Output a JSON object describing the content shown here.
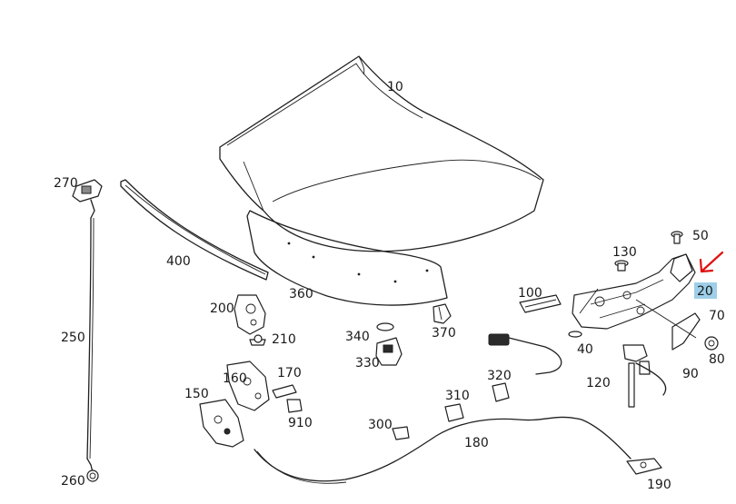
{
  "diagram": {
    "labels": {
      "p10": "10",
      "p20": "20",
      "p40": "40",
      "p50": "50",
      "p70": "70",
      "p80": "80",
      "p90": "90",
      "p100": "100",
      "p120": "120",
      "p130": "130",
      "p150": "150",
      "p160": "160",
      "p170": "170",
      "p180": "180",
      "p190": "190",
      "p200": "200",
      "p210": "210",
      "p250": "250",
      "p260": "260",
      "p270": "270",
      "p300": "300",
      "p310": "310",
      "p320": "320",
      "p330": "330",
      "p340": "340",
      "p360": "360",
      "p370": "370",
      "p400": "400",
      "p910": "910"
    },
    "highlighted_part": "20",
    "colors": {
      "highlight": "#9ecfe8",
      "marker_arrow": "#e01010",
      "line": "#1f1f1f"
    }
  }
}
